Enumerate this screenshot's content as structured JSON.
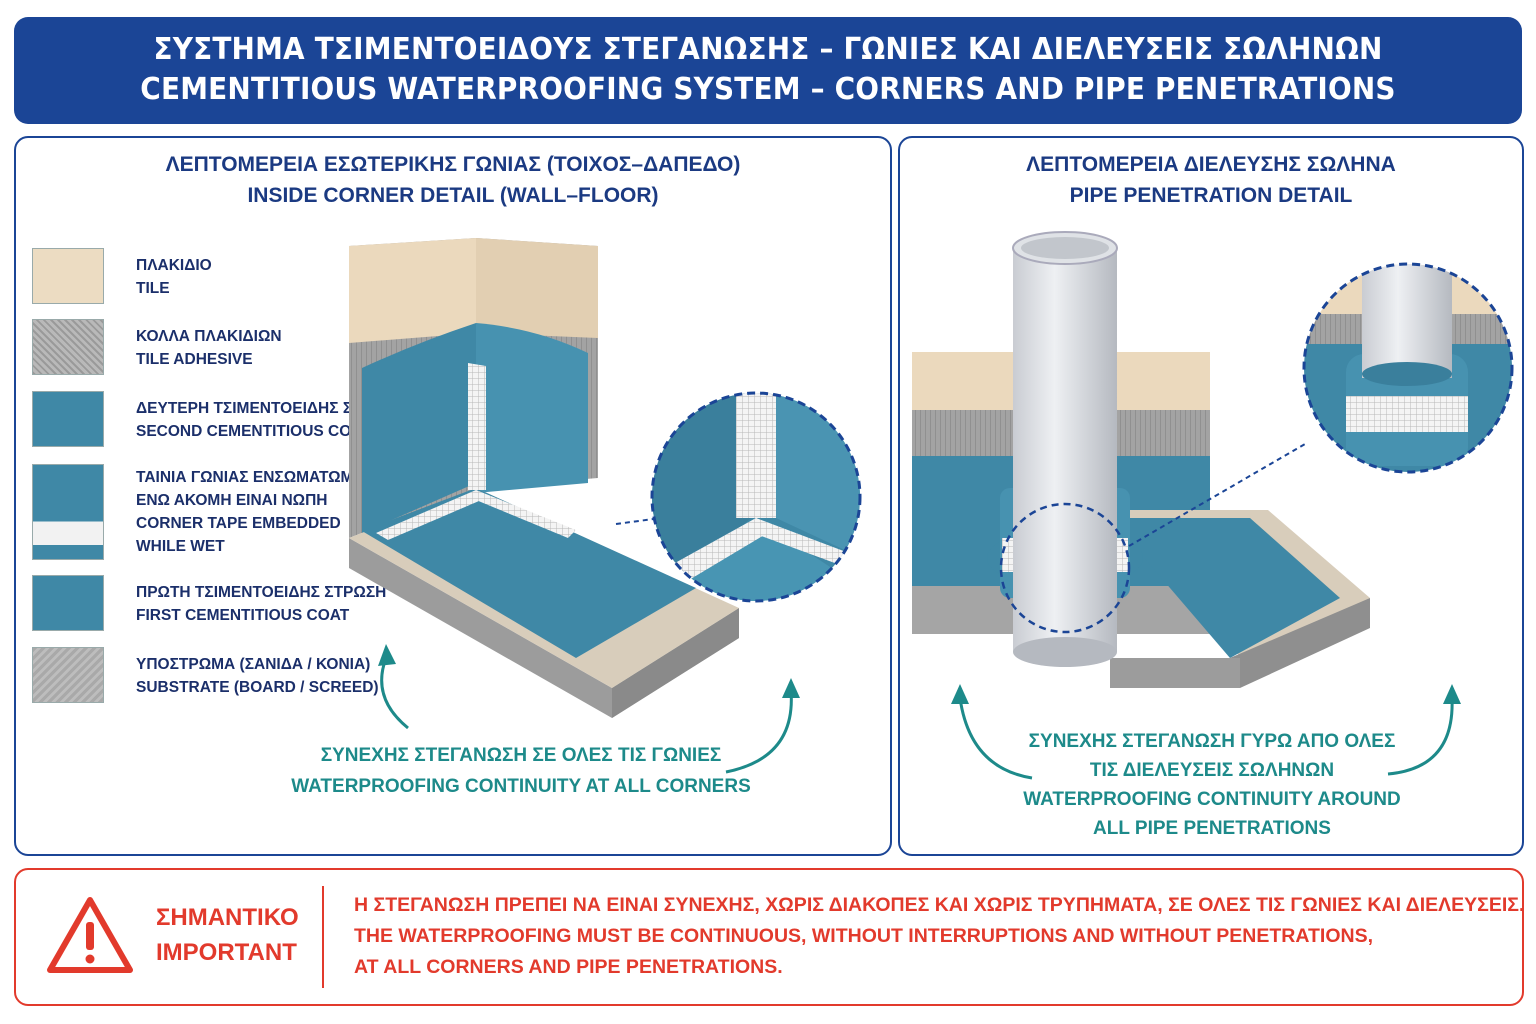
{
  "header": {
    "title_gr": "ΣΥΣΤΗΜΑ ΤΣΙΜΕΝΤΟΕΙΔΟΥΣ ΣΤΕΓΑΝΩΣΗΣ – ΓΩΝΙΕΣ ΚΑΙ ΔΙΕΛΕΥΣΕΙΣ ΣΩΛΗΝΩΝ",
    "title_en": "CEMENTITIOUS WATERPROOFING SYSTEM – CORNERS AND PIPE PENETRATIONS"
  },
  "left_panel": {
    "title_gr": "ΛΕΠΤΟΜΕΡΕΙΑ ΕΣΩΤΕΡΙΚΗΣ ΓΩΝΙΑΣ (ΤΟΙΧΟΣ–ΔΑΠΕΔΟ)",
    "title_en": "INSIDE CORNER DETAIL (WALL–FLOOR)",
    "legend": [
      {
        "gr": "ΠΛΑΚΙΔΙΟ",
        "en": "TILE"
      },
      {
        "gr": "ΚΟΛΛΑ ΠΛΑΚΙΔΙΩΝ",
        "en": "TILE ADHESIVE"
      },
      {
        "gr": "ΔΕΥΤΕΡΗ ΤΣΙΜΕΝΤΟΕΙΔΗΣ ΣΤΡΩΣΗ",
        "en": "SECOND CEMENTITIOUS COAT"
      },
      {
        "gr": "ΤΑΙΝΙΑ ΓΩΝΙΑΣ ΕΝΣΩΜΑΤΩΜΕΝΗ ΕΝΩ ΑΚΟΜΗ ΕΙΝΑΙ ΝΩΠΗ",
        "gr_line1": "ΤΑΙΝΙΑ ΓΩΝΙΑΣ ΕΝΣΩΜΑΤΩΜΕΝΗ",
        "gr_line2": "ΕΝΩ ΑΚΟΜΗ ΕΙΝΑΙ ΝΩΠΗ",
        "en_line1": "CORNER TAPE EMBEDDED",
        "en_line2": "WHILE WET"
      },
      {
        "gr": "ΠΡΩΤΗ ΤΣΙΜΕΝΤΟΕΙΔΗΣ ΣΤΡΩΣΗ",
        "en": "FIRST CEMENTITIOUS COAT"
      },
      {
        "gr": "ΥΠΟΣΤΡΩΜΑ (ΣΑΝΙΔΑ / ΚΟΝΙΑ)",
        "en": "SUBSTRATE (BOARD / SCREED)"
      }
    ],
    "caption_gr": "ΣΥΝΕΧΗΣ ΣΤΕΓΑΝΩΣΗ ΣΕ ΟΛΕΣ ΤΙΣ ΓΩΝΙΕΣ",
    "caption_en": "WATERPROOFING CONTINUITY AT ALL CORNERS"
  },
  "right_panel": {
    "title_gr": "ΛΕΠΤΟΜΕΡΕΙΑ ΔΙΕΛΕΥΣΗΣ ΣΩΛΗΝΑ",
    "title_en": "PIPE PENETRATION DETAIL",
    "caption_lines": [
      "ΣΥΝΕΧΗΣ ΣΤΕΓΑΝΩΣΗ ΓΥΡΩ ΑΠΟ ΟΛΕΣ",
      "ΤΙΣ ΔΙΕΛΕΥΣΕΙΣ ΣΩΛΗΝΩΝ",
      "WATERPROOFING CONTINUITY AROUND",
      "ALL PIPE PENETRATIONS"
    ]
  },
  "important": {
    "label_gr": "ΣΗΜΑΝΤΙΚΟ",
    "label_en": "IMPORTANT",
    "line1": "Η ΣΤΕΓΑΝΩΣΗ ΠΡΕΠΕΙ ΝΑ ΕΙΝΑΙ ΣΥΝΕΧΗΣ, ΧΩΡΙΣ ΔΙΑΚΟΠΕΣ ΚΑΙ ΧΩΡΙΣ ΤΡΥΠΗΜΑΤΑ, ΣΕ ΟΛΕΣ ΤΙΣ ΓΩΝΙΕΣ ΚΑΙ ΔΙΕΛΕΥΣΕΙΣ.",
    "line2": "THE WATERPROOFING MUST BE CONTINUOUS, WITHOUT INTERRUPTIONS AND WITHOUT PENETRATIONS,",
    "line3": "AT ALL CORNERS AND PIPE PENETRATIONS."
  },
  "colors": {
    "header_blue": "#1b4596",
    "membrane_blue": "#3f88a6",
    "tile": "#ecdcc2",
    "teal_text": "#1d8a8a",
    "warning_red": "#e23a2c"
  }
}
